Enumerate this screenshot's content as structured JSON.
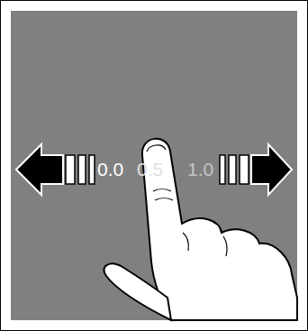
{
  "diagram": {
    "labels": [
      "0.0",
      "0.5",
      "1.0"
    ]
  }
}
